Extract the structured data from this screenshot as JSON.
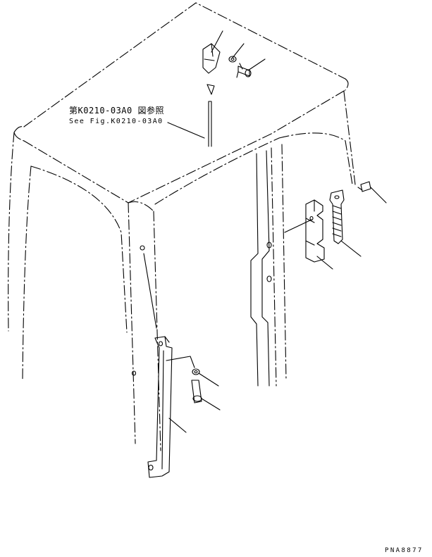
{
  "diagram": {
    "reference_note_jp": "第K0210-03A0 図参照",
    "reference_note_en": "See Fig.K0210-03A0",
    "drawing_id": "PNA8877"
  },
  "colors": {
    "ink": "#000000",
    "paper": "#ffffff"
  }
}
